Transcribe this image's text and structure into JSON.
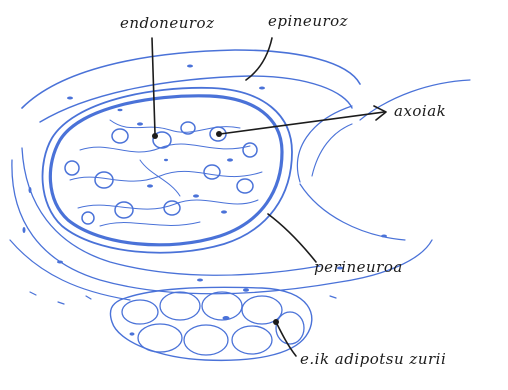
{
  "labels": {
    "endoneuro": "endoneuroz",
    "epineuro": "epineuroz",
    "axonak": "axoiak",
    "perineuro": "perineuroa",
    "adipose": "e.ik adipotsu zurii"
  },
  "colors": {
    "sketch": "#4a72d8",
    "ink": "#1c1c1c",
    "background": "#ffffff"
  }
}
